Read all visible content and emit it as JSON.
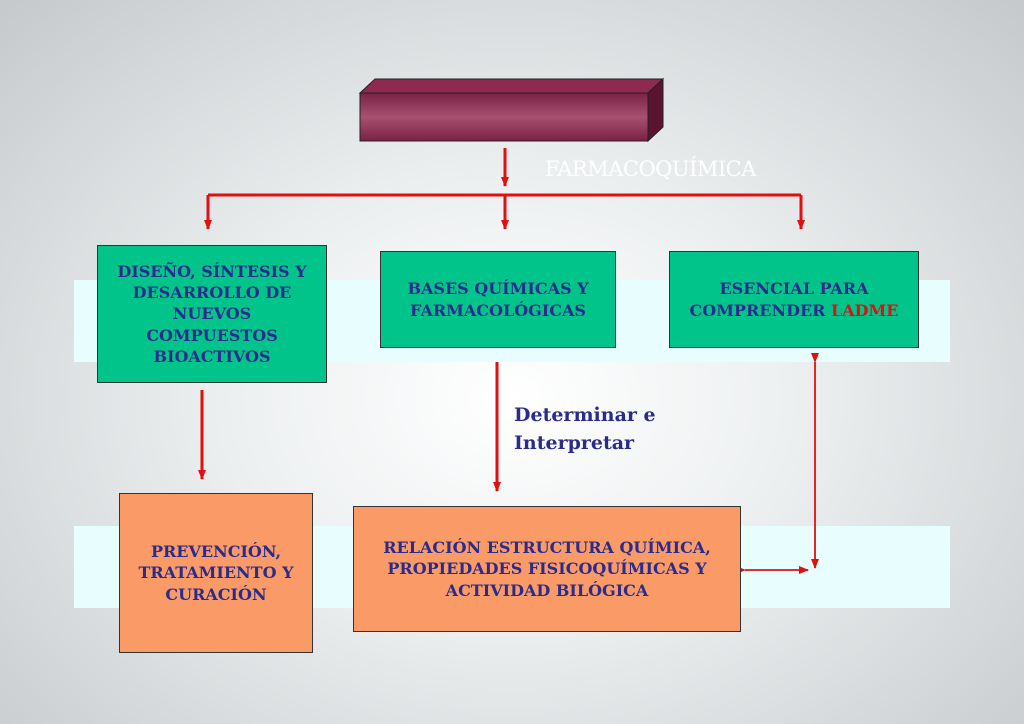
{
  "title": "FARMACOQUÍMICA",
  "boxes": {
    "diseno": "DISEÑO, SÍNTESIS Y DESARROLLO DE NUEVOS COMPUESTOS BIOACTIVOS",
    "bases": "BASES QUÍMICAS Y FARMACOLÓGICAS",
    "esencial_prefix": "ESENCIAL PARA COMPRENDER ",
    "esencial_highlight": "LADME",
    "prevencion": "PREVENCIÓN, TRATAMIENTO Y CURACIÓN",
    "relacion": "RELACIÓN ESTRUCTURA QUÍMICA, PROPIEDADES FISICOQUÍMICAS Y ACTIVIDAD BILÓGICA"
  },
  "edge_label": "Determinar e Interpretar",
  "colors": {
    "green": "#00c48a",
    "orange": "#fa9b67",
    "arrow": "#e01010",
    "text": "#2b2b8c",
    "title_block": "#8e2a4f"
  }
}
